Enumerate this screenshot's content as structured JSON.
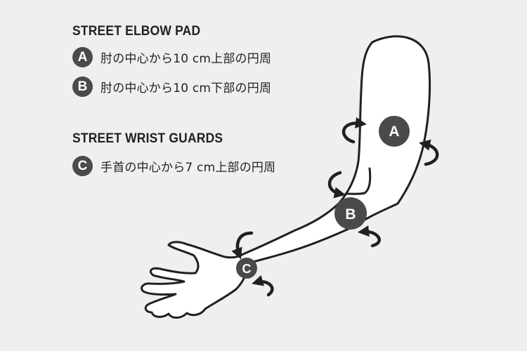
{
  "elbow": {
    "title": "STREET ELBOW PAD",
    "items": [
      {
        "badge": "A",
        "text": "肘の中心から10 cm上部の円周"
      },
      {
        "badge": "B",
        "text": "肘の中心から10 cm下部の円周"
      }
    ]
  },
  "wrist": {
    "title": "STREET WRIST GUARDS",
    "items": [
      {
        "badge": "C",
        "text": "手首の中心から7 cm上部の円周"
      }
    ]
  },
  "markers": {
    "a": "A",
    "b": "B",
    "c": "C"
  },
  "colors": {
    "background": "#efefef",
    "badge": "#4a4a4a",
    "line": "#231f20"
  },
  "icons": [
    "arm-outline",
    "rotation-arrow-icon"
  ]
}
